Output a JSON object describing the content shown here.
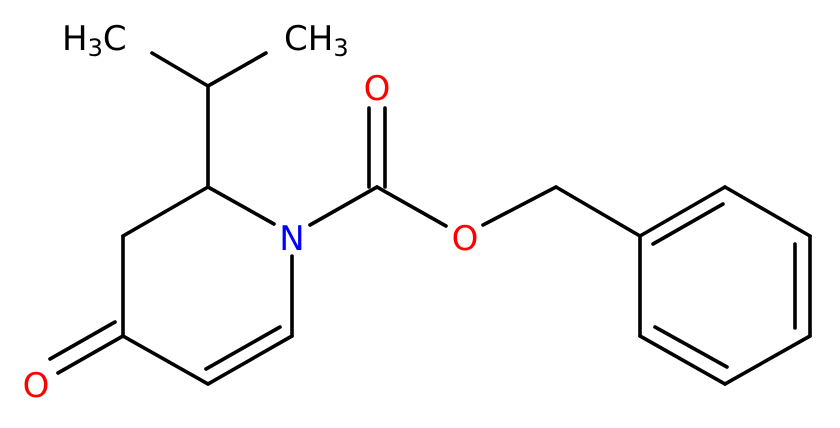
{
  "molecule": {
    "atoms": {
      "methyl_left": {
        "main": "H",
        "sub": "3",
        "tail": "C"
      },
      "methyl_right": {
        "main": "CH",
        "sub": "3"
      },
      "carbonyl_oxygen_top": "O",
      "ring_nitrogen": "N",
      "ester_oxygen": "O",
      "ketone_oxygen": "O"
    },
    "colors": {
      "bond": "#000000",
      "carbon_label": "#000000",
      "nitrogen": "#0000ff",
      "oxygen": "#ff0000"
    }
  }
}
